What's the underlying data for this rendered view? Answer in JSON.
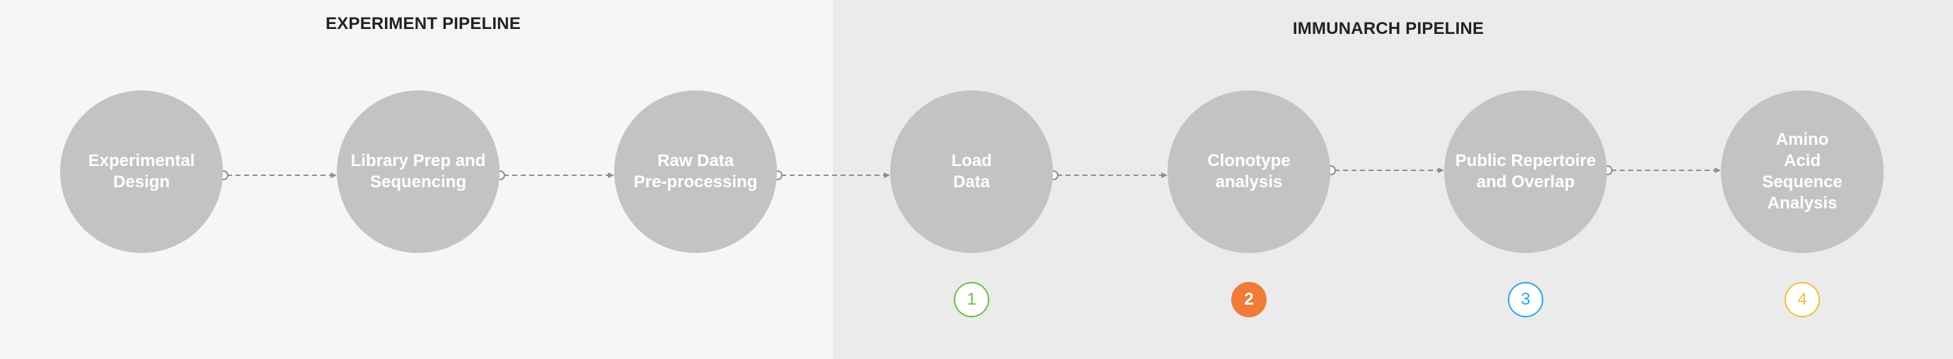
{
  "sections": {
    "experiment": {
      "title": "EXPERIMENT PIPELINE"
    },
    "immunarch": {
      "title": "IMMUNARCH PIPELINE"
    }
  },
  "steps": [
    {
      "label": "Experimental\nDesign"
    },
    {
      "label": "Library Prep and\nSequencing"
    },
    {
      "label": "Raw Data\nPre-processing"
    },
    {
      "label": "Load\nData"
    },
    {
      "label": "Clonotype\nanalysis"
    },
    {
      "label": "Public Repertoire\nand Overlap"
    },
    {
      "label": "Amino\nAcid\nSequence\nAnalysis"
    }
  ],
  "badges": [
    {
      "number": "1",
      "color": "#6abf4b",
      "filled": false
    },
    {
      "number": "2",
      "color": "#f07c3a",
      "filled": true
    },
    {
      "number": "3",
      "color": "#29a8df",
      "filled": false
    },
    {
      "number": "4",
      "color": "#f6be3b",
      "filled": false
    }
  ],
  "colors": {
    "experiment_bg": "#f6f6f6",
    "immunarch_bg": "#ebebeb",
    "node_fill": "#c3c3c3",
    "connector": "#8a9099"
  }
}
